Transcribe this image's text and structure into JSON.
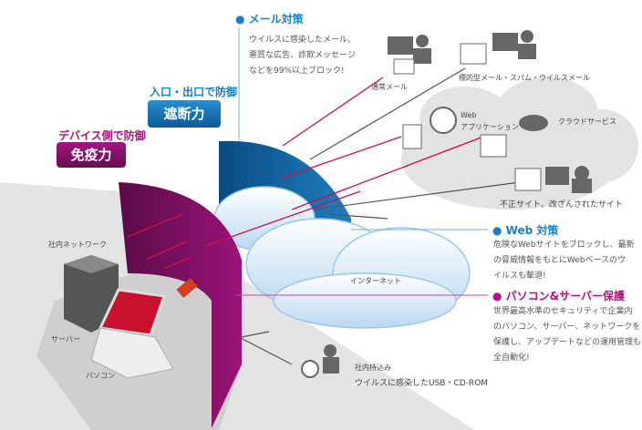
{
  "mail": {
    "title": "● メール対策",
    "lines": [
      "ウイルスに感染したメール、",
      "悪質な広告、詐欺メッセージ",
      "などを99%以上ブロック!"
    ]
  },
  "gateway": {
    "caption": "入口・出口で防御",
    "badge": "遮断力"
  },
  "device": {
    "caption": "デバイス側で防御",
    "badge": "免疫力"
  },
  "web": {
    "title": "● Web 対策",
    "lines": [
      "危険なWebサイトをブロックし、最新",
      "の脅威情報をもとにWebベースのウ",
      "イルスも撃退!"
    ]
  },
  "pc": {
    "title": "● パソコン&サーバー保護",
    "lines": [
      "世界最高水準のセキュリティで企業内",
      "のパソコン、サーバー、ネットワークを",
      "保護し、アップデートなどの運用管理も",
      "全自動化!"
    ]
  },
  "labels": {
    "normal_mail": "通常メール",
    "targeted_mail": "標的型メール・スパム・ウイルスメール",
    "web_app_1": "Web",
    "web_app_2": "アプリケーション",
    "cloud_service": "クラウドサービス",
    "bad_site": "不正サイト、改ざんされたサイト",
    "internet": "インターネット",
    "internal_network": "社内ネットワーク",
    "server": "サーバー",
    "pc": "パソコン",
    "carry_in": "社内持込み",
    "infected_media": "ウイルスに感染したUSB・CD-ROM"
  },
  "colors": {
    "blue": "#1a7fc4",
    "magenta": "#b0127e",
    "shield_blue": "#0f5f9e",
    "shield_purple": "#7a0f5e"
  }
}
